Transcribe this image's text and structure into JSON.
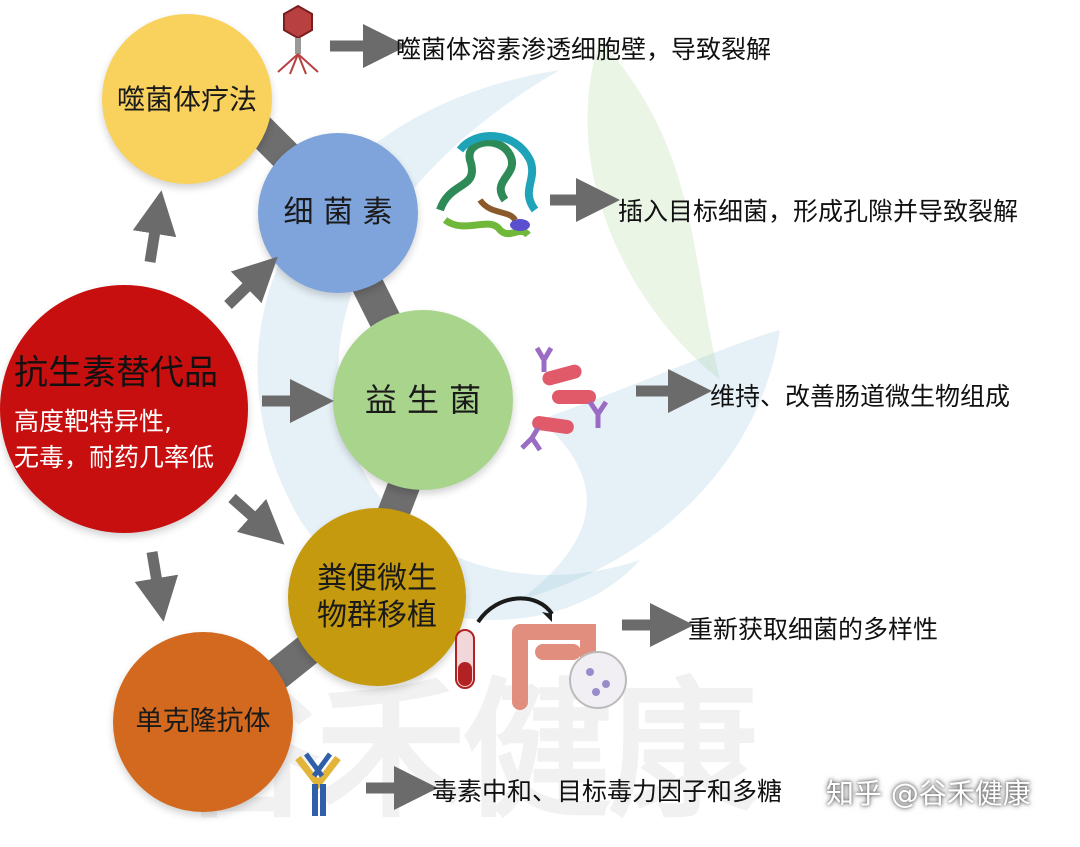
{
  "central": {
    "title": "抗生素替代品",
    "line1": "高度靶特异性,",
    "line2": "无毒，耐药几率低"
  },
  "nodes": {
    "phage": {
      "label": "噬菌体疗法",
      "color": "#F9D25E",
      "icon": "bacteriophage-icon"
    },
    "bacteriocin": {
      "label": "细 菌 素",
      "color": "#7FA4DC",
      "icon": "protein-structure-icon"
    },
    "probiotic": {
      "label": "益 生 菌",
      "color": "#A8D48C",
      "icon": "bacteria-antibody-icon"
    },
    "fmt": {
      "label_line1": "粪便微生",
      "label_line2": "物群移植",
      "color": "#C59A0F",
      "icon": "intestine-transplant-icon"
    },
    "antibody": {
      "label": "单克隆抗体",
      "color": "#D2691E",
      "icon": "antibody-icon"
    }
  },
  "descriptions": {
    "phage": "噬菌体溶素渗透细胞壁，导致裂解",
    "bacteriocin": "插入目标细菌，形成孔隙并导致裂解",
    "probiotic": "维持、改善肠道微生物组成",
    "fmt": "重新获取细菌的多样性",
    "antibody": "毒素中和、目标毒力因子和多糖"
  },
  "watermark": {
    "brand": "谷禾健康",
    "credit": "知乎 @谷禾健康"
  },
  "colors": {
    "central": "#C70F0F",
    "connector": "#6E6E6E",
    "arrow": "#6B6B6B"
  }
}
